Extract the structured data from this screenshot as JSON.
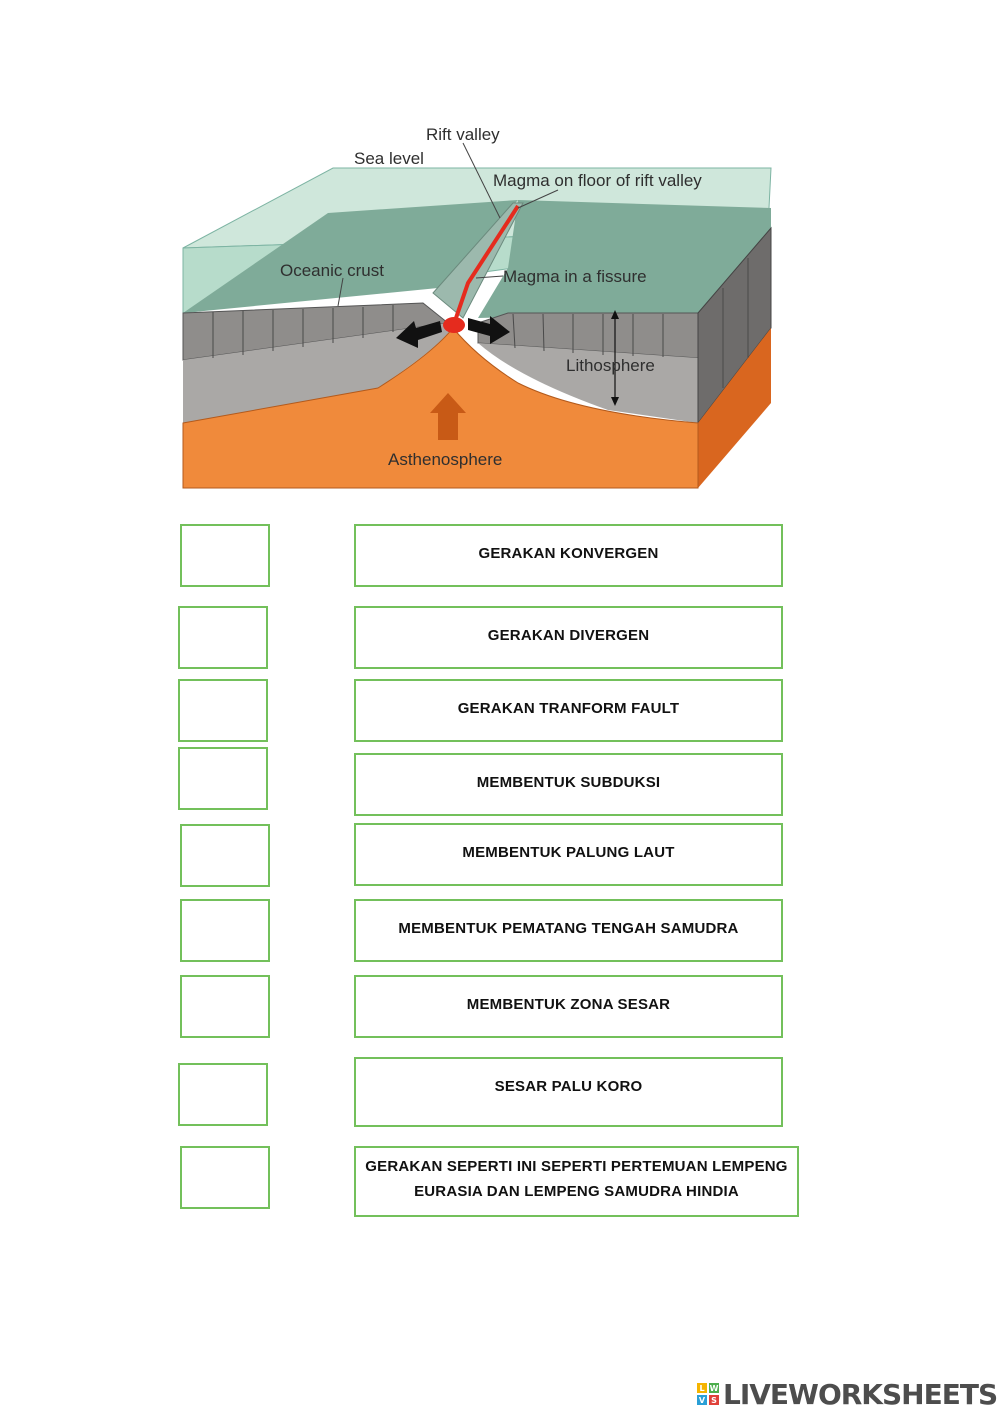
{
  "diagram": {
    "labels": {
      "rift_valley": "Rift valley",
      "sea_level": "Sea level",
      "magma_floor": "Magma on floor of rift valley",
      "oceanic_crust": "Oceanic crust",
      "magma_fissure": "Magma in a fissure",
      "lithosphere": "Lithosphere",
      "asthenosphere": "Asthenosphere"
    },
    "colors": {
      "water": "#b9dccd",
      "crust": "#7aa896",
      "lithosphere": "#a8a6a4",
      "asthenosphere": "#f08a3b",
      "magma": "#e52b1e"
    }
  },
  "worksheet": {
    "statements": [
      [
        "GERAKAN KONVERGEN"
      ],
      [
        "GERAKAN DIVERGEN"
      ],
      [
        "GERAKAN TRANFORM FAULT"
      ],
      [
        "MEMBENTUK SUBDUKSI"
      ],
      [
        "MEMBENTUK PALUNG LAUT"
      ],
      [
        "MEMBENTUK PEMATANG TENGAH SAMUDRA"
      ],
      [
        "MEMBENTUK ZONA SESAR"
      ],
      [
        "SESAR PALU KORO"
      ],
      [
        "GERAKAN SEPERTI INI SEPERTI PERTEMUAN LEMPENG",
        "EURASIA DAN LEMPENG SAMUDRA HINDIA"
      ]
    ],
    "border_color": "#73c05b"
  },
  "branding": {
    "logo_text": "LIVEWORKSHEETS",
    "logo_icon_letters": [
      "L",
      "W",
      "V",
      "S"
    ],
    "logo_icon_colors": [
      "#f5b400",
      "#4cae4c",
      "#2a9fd6",
      "#e0413a"
    ]
  }
}
